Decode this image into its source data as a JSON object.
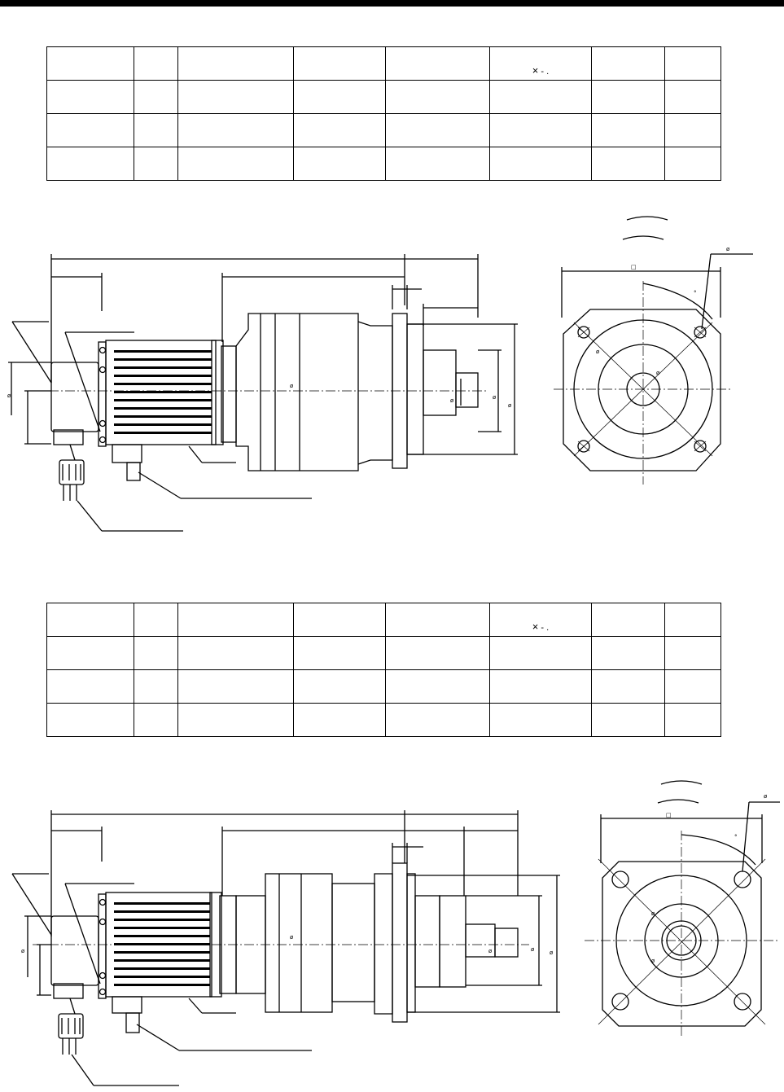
{
  "page": {
    "top_rule": true
  },
  "tables": [
    {
      "rows": 4,
      "cols": 8,
      "header_marks": [
        "×",
        "-",
        "."
      ]
    },
    {
      "rows": 4,
      "cols": 8,
      "header_marks": [
        "×",
        "-",
        "."
      ]
    }
  ],
  "drawings": [
    {
      "side_view_labels": {
        "dia": "ø"
      },
      "end_view_labels": {
        "square": "□",
        "phi": "ø",
        "deg": "°"
      }
    },
    {
      "side_view_labels": {
        "dia": "ø"
      },
      "end_view_labels": {
        "square": "□",
        "phi": "ø",
        "deg": "°"
      }
    }
  ]
}
